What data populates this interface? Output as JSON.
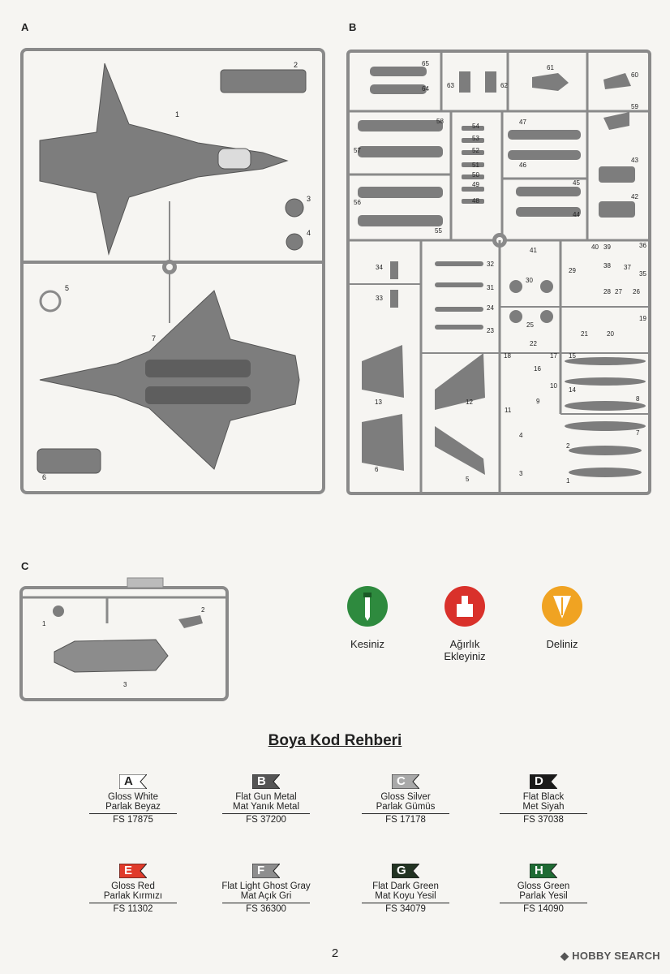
{
  "sprues": {
    "a": {
      "label": "A",
      "parts": [
        "1",
        "2",
        "3",
        "4",
        "5",
        "6",
        "7"
      ]
    },
    "b": {
      "label": "B",
      "parts": [
        "1",
        "2",
        "3",
        "4",
        "5",
        "6",
        "7",
        "8",
        "9",
        "10",
        "11",
        "12",
        "13",
        "14",
        "15",
        "16",
        "17",
        "18",
        "19",
        "20",
        "21",
        "22",
        "23",
        "24",
        "25",
        "26",
        "27",
        "28",
        "29",
        "30",
        "31",
        "32",
        "33",
        "34",
        "35",
        "36",
        "37",
        "38",
        "39",
        "40",
        "41",
        "42",
        "43",
        "44",
        "45",
        "46",
        "47",
        "48",
        "49",
        "50",
        "51",
        "52",
        "53",
        "54",
        "55",
        "56",
        "57",
        "58",
        "59",
        "60",
        "61",
        "62",
        "63",
        "64",
        "65"
      ]
    },
    "c": {
      "label": "C",
      "parts": [
        "1",
        "2",
        "3"
      ]
    }
  },
  "symbols": [
    {
      "label": "Kesiniz",
      "color": "#2e8a3e",
      "icon": "knife-icon"
    },
    {
      "label": "Ağırlık\nEkleyiniz",
      "color": "#d9312b",
      "icon": "weight-icon"
    },
    {
      "label": "Deliniz",
      "color": "#f0a322",
      "icon": "drill-icon"
    }
  ],
  "paint_guide": {
    "title": "Boya Kod Rehberi",
    "colors": [
      {
        "code": "A",
        "name": "Gloss White",
        "name_tr": "Parlak Beyaz",
        "fs": "FS 17875",
        "tag_color": "#ffffff",
        "tag_text": "#222222"
      },
      {
        "code": "B",
        "name": "Flat Gun Metal",
        "name_tr": "Mat Yanık Metal",
        "fs": "FS 37200",
        "tag_color": "#555555",
        "tag_text": "#ffffff"
      },
      {
        "code": "C",
        "name": "Gloss Silver",
        "name_tr": "Parlak Gümüs",
        "fs": "FS 17178",
        "tag_color": "#a9a9a9",
        "tag_text": "#ffffff"
      },
      {
        "code": "D",
        "name": "Flat Black",
        "name_tr": "Met Siyah",
        "fs": "FS 37038",
        "tag_color": "#1a1a1a",
        "tag_text": "#ffffff"
      },
      {
        "code": "E",
        "name": "Gloss Red",
        "name_tr": "Parlak Kırmızı",
        "fs": "FS 11302",
        "tag_color": "#e03a2a",
        "tag_text": "#ffffff"
      },
      {
        "code": "F",
        "name": "Flat Light Ghost Gray",
        "name_tr": "Mat Açık Gri",
        "fs": "FS 36300",
        "tag_color": "#8e8e8e",
        "tag_text": "#ffffff"
      },
      {
        "code": "G",
        "name": "Flat Dark Green",
        "name_tr": "Mat Koyu Yesil",
        "fs": "FS 34079",
        "tag_color": "#223322",
        "tag_text": "#ffffff"
      },
      {
        "code": "H",
        "name": "Gloss Green",
        "name_tr": "Parlak Yesil",
        "fs": "FS 14090",
        "tag_color": "#1e6b33",
        "tag_text": "#ffffff"
      }
    ]
  },
  "page_number": "2",
  "watermark": "HOBBY SEARCH"
}
